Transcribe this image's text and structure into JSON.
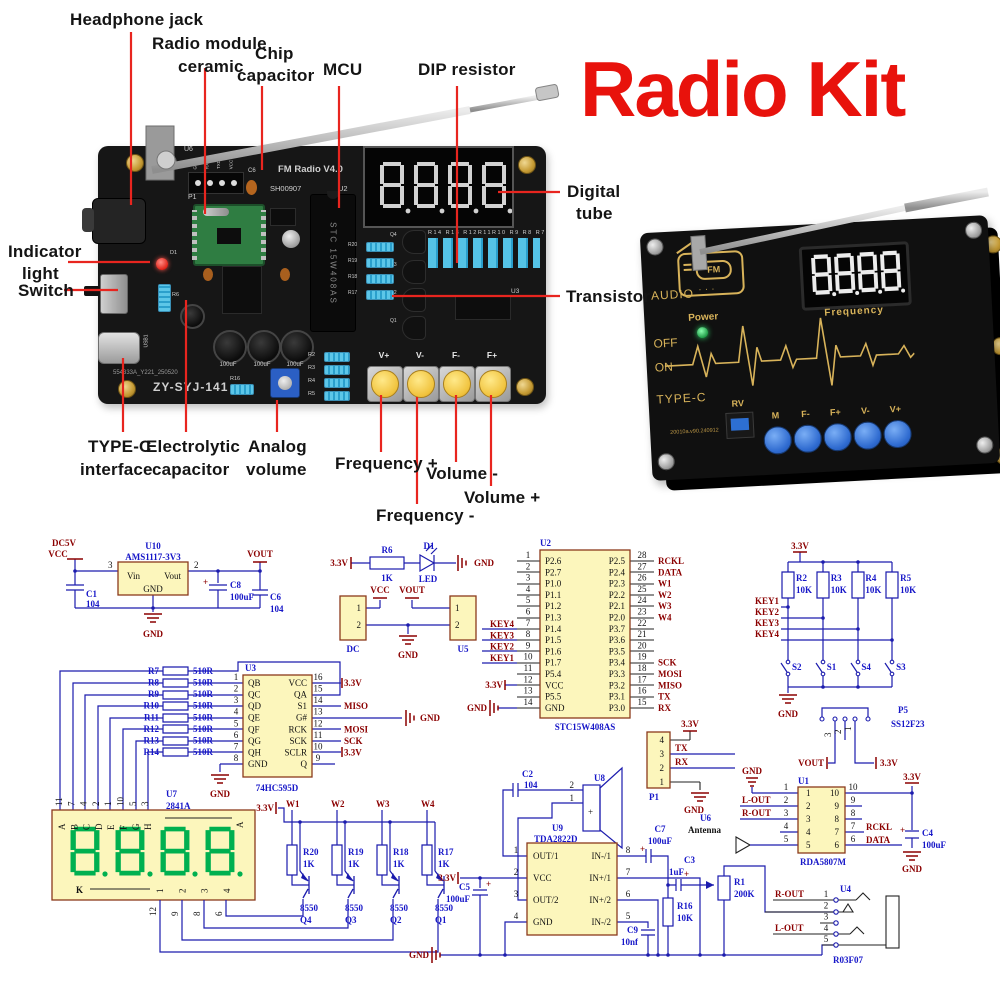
{
  "title": "Radio Kit",
  "callouts": {
    "headphone": "Headphone jack",
    "radio_module_1": "Radio module",
    "radio_module_2": "ceramic",
    "chip_1": "Chip",
    "chip_2": "capacitor",
    "mcu": "MCU",
    "dip": "DIP resistor",
    "digital_1": "Digital",
    "digital_2": "tube",
    "transistor": "Transistor",
    "indicator_1": "Indicator",
    "indicator_2": "light",
    "switch": "Switch",
    "typec_1": "TYPE-C",
    "typec_2": "interface",
    "electro_1": "Electrolytic",
    "electro_2": "capacitor",
    "analog_1": "Analog",
    "analog_2": "volume",
    "freq_plus": "Frequency +",
    "vol_minus": "Volume -",
    "vol_plus": "Volume +",
    "freq_minus": "Frequency -"
  },
  "board1": {
    "u6": "U6",
    "p1": "P1",
    "hdr": [
      "GND",
      "RXD",
      "TXD",
      "VCC"
    ],
    "c6": "C6",
    "name": "FM Radio V4.0",
    "code": "SH00907",
    "u2": "U2",
    "mcu": "STC 15W408AS",
    "res_row": "R14 R13 R12R11R10 R9 R8 R7",
    "qs": [
      "Q4",
      "Q3",
      "Q2",
      "Q1"
    ],
    "rs": [
      "R20",
      "R19",
      "R18",
      "R17"
    ],
    "rleft": [
      "R2",
      "R3",
      "R4",
      "R5"
    ],
    "u3": "U3",
    "caps": [
      "100uF",
      "100uF",
      "100uF"
    ],
    "serial": "554333A_Y221_250520",
    "model": "ZY-SYJ-141",
    "r16": "R16",
    "d1": "D1",
    "r6": "R6",
    "usb": "USB1",
    "btns": [
      "V+",
      "V-",
      "F-",
      "F+"
    ]
  },
  "board2": {
    "fm": "FM",
    "audio": "AUDIO",
    "power": "Power",
    "off": "OFF",
    "on": "ON",
    "typec": "TYPE-C",
    "frequency": "Frequency",
    "rv": "RV",
    "btns": [
      "M",
      "F-",
      "F+",
      "V-",
      "V+"
    ],
    "code": "20010a.v90.240912"
  },
  "sch": {
    "u10": {
      "dc5v": "DC5V",
      "vcc": "VCC",
      "ref": "U10",
      "part": "AMS1117-3V3",
      "p3": "3",
      "p2": "2",
      "vin": "Vin",
      "vout": "Vout",
      "gnd": "GND",
      "c1": "C1",
      "c1v": "104",
      "c8": "C8",
      "c8v": "100uF",
      "c8p": "+",
      "c6": "C6",
      "c6v": "104",
      "voutn": "VOUT",
      "gndn": "GND"
    },
    "led": {
      "v33": "3.3V",
      "r6": "R6",
      "r6v": "1K",
      "d1": "D1",
      "led": "LED",
      "gnd": "GND"
    },
    "con": {
      "dc": "DC",
      "u5": "U5",
      "vcc": "VCC",
      "vout": "VOUT",
      "gnd": "GND",
      "dnums": [
        "1",
        "2"
      ],
      "unums": [
        "1",
        "2"
      ]
    },
    "u2": {
      "ref": "U2",
      "part": "STC15W408AS",
      "lnames": [
        "P2.6",
        "P2.7",
        "P1.0",
        "P1.1",
        "P1.2",
        "P1.3",
        "P1.4",
        "P1.5",
        "P1.6",
        "P1.7",
        "P5.4",
        "VCC",
        "P5.5",
        "GND"
      ],
      "lnums": [
        "1",
        "2",
        "3",
        "4",
        "5",
        "6",
        "7",
        "8",
        "9",
        "10",
        "11",
        "12",
        "13",
        "14"
      ],
      "rnames": [
        "P2.5",
        "P2.4",
        "P2.3",
        "P2.2",
        "P2.1",
        "P2.0",
        "P3.7",
        "P3.6",
        "P3.5",
        "P3.4",
        "P3.3",
        "P3.2",
        "P3.1",
        "P3.0"
      ],
      "rnums": [
        "28",
        "27",
        "26",
        "25",
        "24",
        "23",
        "22",
        "21",
        "20",
        "19",
        "18",
        "17",
        "16",
        "15"
      ],
      "rnets": [
        "RCKL",
        "DATA",
        "W1",
        "W2",
        "W3",
        "W4",
        "",
        "",
        "",
        "SCK",
        "MOSI",
        "MISO",
        "TX",
        "RX"
      ],
      "keys": [
        "KEY4",
        "KEY3",
        "KEY2",
        "KEY1"
      ],
      "v33": "3.3V",
      "gnd": "GND"
    },
    "keys": {
      "v33": "3.3V",
      "refs": [
        "R2",
        "R3",
        "R4",
        "R5"
      ],
      "vals": [
        "10K",
        "10K",
        "10K",
        "10K"
      ],
      "nets": [
        "KEY1",
        "KEY2",
        "KEY3",
        "KEY4"
      ],
      "sws": [
        "S2",
        "S1",
        "S4",
        "S3"
      ],
      "gnd": "GND",
      "p5": "P5",
      "p5p": "SS12F23",
      "pnums": [
        "3",
        "2",
        "1"
      ],
      "vout": "VOUT",
      "v33b": "3.3V"
    },
    "u3": {
      "ref": "U3",
      "part": "74HC595D",
      "refs": [
        "R7",
        "R8",
        "R9",
        "R10",
        "R11",
        "R12",
        "R13",
        "R14"
      ],
      "vals": [
        "510R",
        "510R",
        "510R",
        "510R",
        "510R",
        "510R",
        "510R",
        "510R"
      ],
      "lnames": [
        "QB",
        "QC",
        "QD",
        "QE",
        "QF",
        "QG",
        "QH",
        "GND"
      ],
      "lnums": [
        "1",
        "2",
        "3",
        "4",
        "5",
        "6",
        "7",
        "8"
      ],
      "rnames": [
        "VCC",
        "QA",
        "S1",
        "G#",
        "RCK",
        "SCK",
        "SCLR",
        "Q"
      ],
      "rnums": [
        "16",
        "15",
        "14",
        "13",
        "12",
        "11",
        "10",
        "9"
      ],
      "rnets": [
        "3.3V",
        "",
        "MISO",
        "",
        "MOSI",
        "SCK",
        "3.3V",
        ""
      ],
      "gnd": "GND",
      "gndm": "GND"
    },
    "u7": {
      "ref": "U7",
      "part": "2841A",
      "letters": [
        "A",
        "B",
        "C",
        "D",
        "E",
        "F",
        "G",
        "H"
      ],
      "tnums": [
        "11",
        "7",
        "4",
        "2",
        "1",
        "10",
        "5",
        "3"
      ],
      "k": "K",
      "dnums": [
        "1",
        "2",
        "3",
        "4"
      ],
      "bnums": [
        "12",
        "9",
        "8",
        "6"
      ],
      "a2": "A"
    },
    "drv": {
      "v33": "3.3V",
      "ws": [
        "W1",
        "W2",
        "W3",
        "W4"
      ],
      "refs": [
        "R20",
        "R19",
        "R18",
        "R17"
      ],
      "vals": [
        "1K",
        "1K",
        "1K",
        "1K"
      ],
      "parts": [
        "8550",
        "8550",
        "8550",
        "8550"
      ],
      "qs": [
        "Q4",
        "Q3",
        "Q2",
        "Q1"
      ]
    },
    "u9": {
      "ref": "U9",
      "part": "TDA2822D",
      "lnames": [
        "OUT/1",
        "VCC",
        "OUT/2",
        "GND"
      ],
      "lnums": [
        "1",
        "2",
        "3",
        "4"
      ],
      "rnames": [
        "IN-/1",
        "IN+/1",
        "IN+/2",
        "IN-/2"
      ],
      "rnums": [
        "8",
        "7",
        "6",
        "5"
      ],
      "c2": "C2",
      "c2v": "104",
      "u8": "U8",
      "sp": [
        "2",
        "1"
      ],
      "plus": "+",
      "c7": "C7",
      "c7v": "100uF",
      "c7p": "+",
      "v33": "3.3V",
      "c5": "C5",
      "c5v": "100uF",
      "c5p": "+",
      "gnd": "GND",
      "c9": "C9",
      "c9v": "10nf"
    },
    "p1": {
      "ref": "P1",
      "nums": [
        "4",
        "3",
        "2",
        "1"
      ],
      "v33": "3.3V",
      "tx": "TX",
      "rx": "RX",
      "gnd": "GND"
    },
    "ant": {
      "ref": "U6",
      "name": "Antenna"
    },
    "u1": {
      "ref": "U1",
      "part": "RDA5807M",
      "lnums": [
        "1",
        "2",
        "3",
        "4",
        "5"
      ],
      "rnums": [
        "10",
        "9",
        "8",
        "7",
        "6"
      ],
      "gnd": "GND",
      "lout": "L-OUT",
      "rout": "R-OUT",
      "v33": "3.3V",
      "c4": "C4",
      "c4v": "100uF",
      "c4p": "+",
      "rckl": "RCKL",
      "data": "DATA",
      "gndb": "GND"
    },
    "out": {
      "c3": "C3",
      "c3v": "1uF",
      "c3p": "+",
      "r16": "R16",
      "r16v": "10K",
      "r1": "R1",
      "r1v": "200K",
      "rout": "R-OUT",
      "lout": "L-OUT",
      "u4": "U4",
      "nums": [
        "1",
        "2",
        "3",
        "4",
        "5"
      ],
      "part": "R03F07"
    }
  }
}
